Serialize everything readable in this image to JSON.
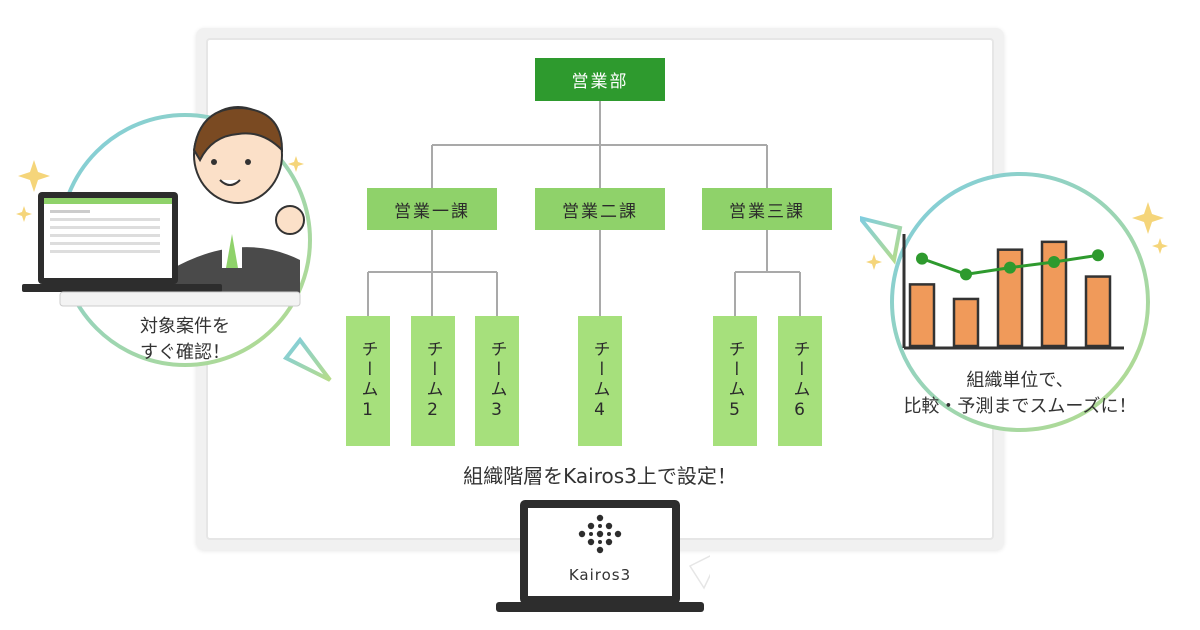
{
  "org": {
    "root": "営業部",
    "divisions": [
      "営業一課",
      "営業二課",
      "営業三課"
    ],
    "teams": [
      "チーム1",
      "チーム2",
      "チーム3",
      "チーム4",
      "チーム5",
      "チーム6"
    ]
  },
  "caption": "組織階層をKairos3上で設定！",
  "left_bubble": {
    "text": "対象案件を\nすぐ確認！"
  },
  "right_bubble": {
    "text": "組織単位で、\n比較・予測までスムーズに！"
  },
  "laptop": {
    "brand": "Kairos3"
  },
  "mini_chart": {
    "type": "bar",
    "bars": [
      0.55,
      0.42,
      0.86,
      0.93,
      0.62
    ],
    "line": [
      0.78,
      0.64,
      0.7,
      0.75,
      0.81
    ]
  },
  "colors": {
    "root": "#2e9a2e",
    "division": "#8fd26a",
    "team": "#a6e07c",
    "line": "#a9a9a9",
    "bar": "#f09a5a",
    "trend": "#2e9a2e",
    "bubble_ring_start": "#7fcde0",
    "bubble_ring_end": "#b6dc8a",
    "sparkle": "#f5d57a"
  }
}
